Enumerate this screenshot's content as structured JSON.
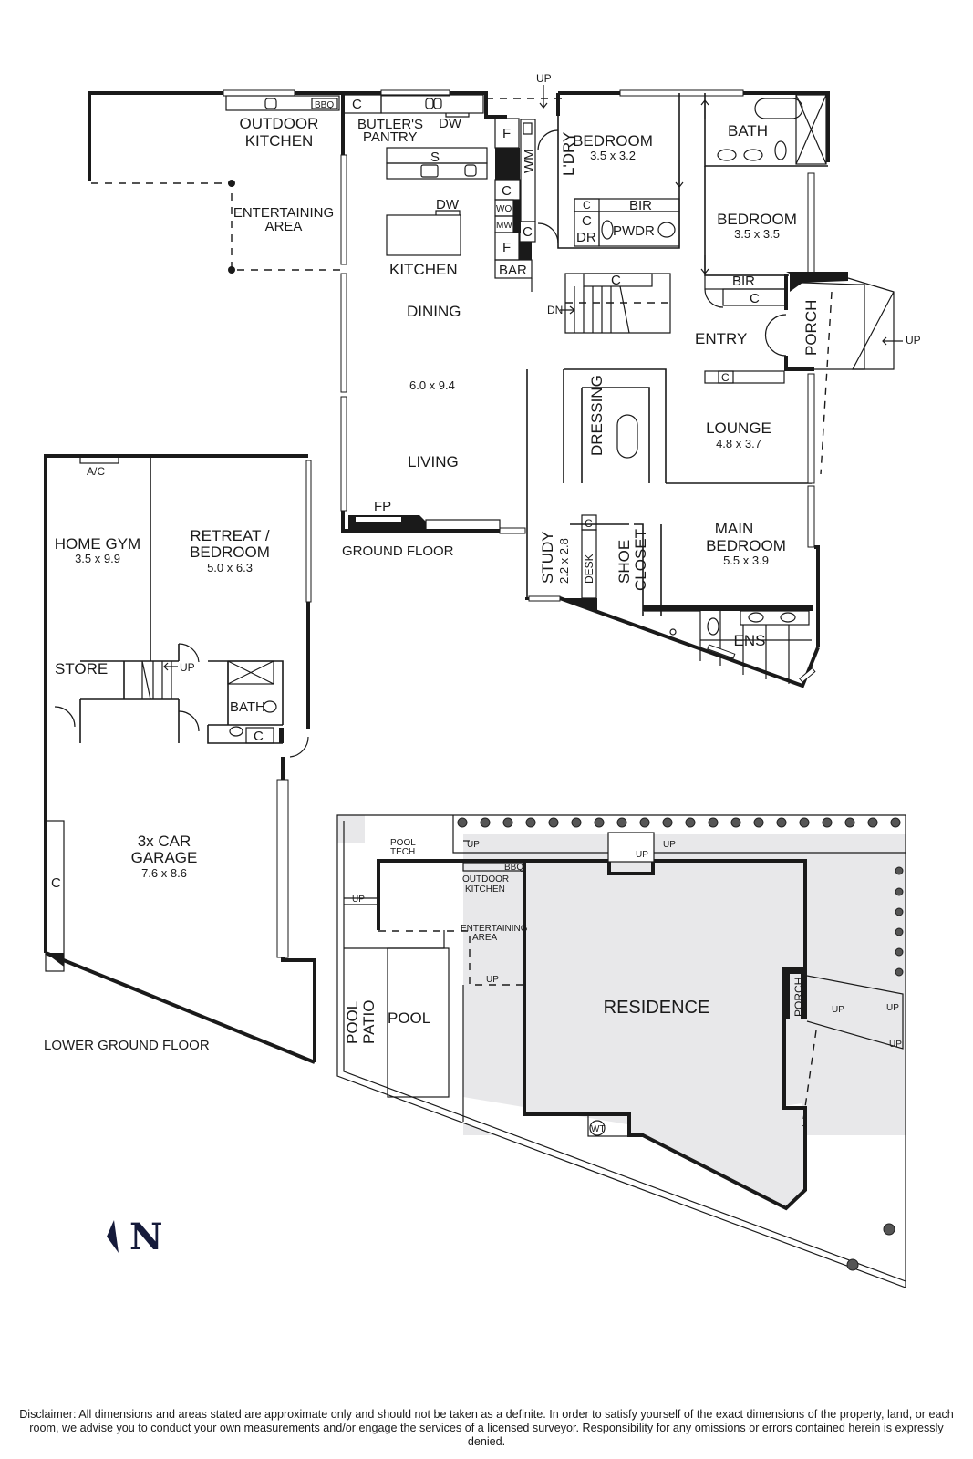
{
  "ground_floor": {
    "title": "GROUND FLOOR",
    "rooms": {
      "outdoor_kitchen": [
        "OUTDOOR",
        "KITCHEN"
      ],
      "entertaining_area": [
        "ENTERTAINING",
        "AREA"
      ],
      "butlers_pantry": [
        "BUTLER'S",
        "PANTRY"
      ],
      "kitchen": "KITCHEN",
      "dining": "DINING",
      "living": "LIVING",
      "dining_living_dim": "6.0 x 9.4",
      "laundry": "L'DRY",
      "bedroom2": {
        "name": "BEDROOM",
        "dim": "3.5 x 3.2"
      },
      "bedroom3": {
        "name": "BEDROOM",
        "dim": "3.5 x 3.5"
      },
      "bath": "BATH",
      "powder": "PWDR",
      "entry": "ENTRY",
      "porch": "PORCH",
      "lounge": {
        "name": "LOUNGE",
        "dim": "4.8 x 3.7"
      },
      "dressing": "DRESSING",
      "main_bedroom": {
        "name": [
          "MAIN",
          "BEDROOM"
        ],
        "dim": "5.5 x 3.9"
      },
      "study": {
        "name": "STUDY",
        "dim": "2.2 x 2.8"
      },
      "desk": "DESK",
      "shoe_closet": [
        "SHOE",
        "CLOSET"
      ],
      "ensuite": "ENS"
    },
    "fixtures": {
      "bbq": "BBQ",
      "cupboard": "C",
      "dishwasher": "DW",
      "fridge": "F",
      "sink": "S",
      "washing_machine": "WM",
      "wall_oven": "WO",
      "microwave": "MW",
      "bar": "BAR",
      "built_in_robe": "BIR",
      "dryer": "DR",
      "fireplace": "FP",
      "up": "UP",
      "down": "DN"
    }
  },
  "lower_ground_floor": {
    "title": "LOWER GROUND FLOOR",
    "rooms": {
      "home_gym": {
        "name": "HOME GYM",
        "dim": "3.5 x 9.9"
      },
      "retreat": {
        "name": [
          "RETREAT /",
          "BEDROOM"
        ],
        "dim": "5.0 x 6.3"
      },
      "store": "STORE",
      "bath": "BATH",
      "garage": {
        "name": [
          "3x CAR",
          "GARAGE"
        ],
        "dim": "7.6 x 8.6"
      }
    },
    "fixtures": {
      "ac": "A/C",
      "cupboard": "C",
      "up": "UP"
    }
  },
  "site_plan": {
    "labels": {
      "pool_tech": [
        "POOL",
        "TECH"
      ],
      "outdoor_kitchen": [
        "OUTDOOR",
        "KITCHEN"
      ],
      "entertaining_area": [
        "ENTERTAINING",
        "AREA"
      ],
      "pool_patio": [
        "POOL",
        "PATIO"
      ],
      "pool": "POOL",
      "residence": "RESIDENCE",
      "porch": "PORCH",
      "water_tank": "WT",
      "bbq": "BBQ",
      "up": "UP"
    }
  },
  "compass": {
    "letter": "N",
    "icon": "north-arrow-icon"
  },
  "disclaimer": "Disclaimer: All dimensions and areas stated are approximate only and should not be taken as a definite. In order to satisfy yourself of the exact dimensions of the property, land, or each room, we advise you to conduct your own measurements and/or engage the services of a licensed surveyor. Responsibility for any omissions or errors contained herein is expressly denied."
}
